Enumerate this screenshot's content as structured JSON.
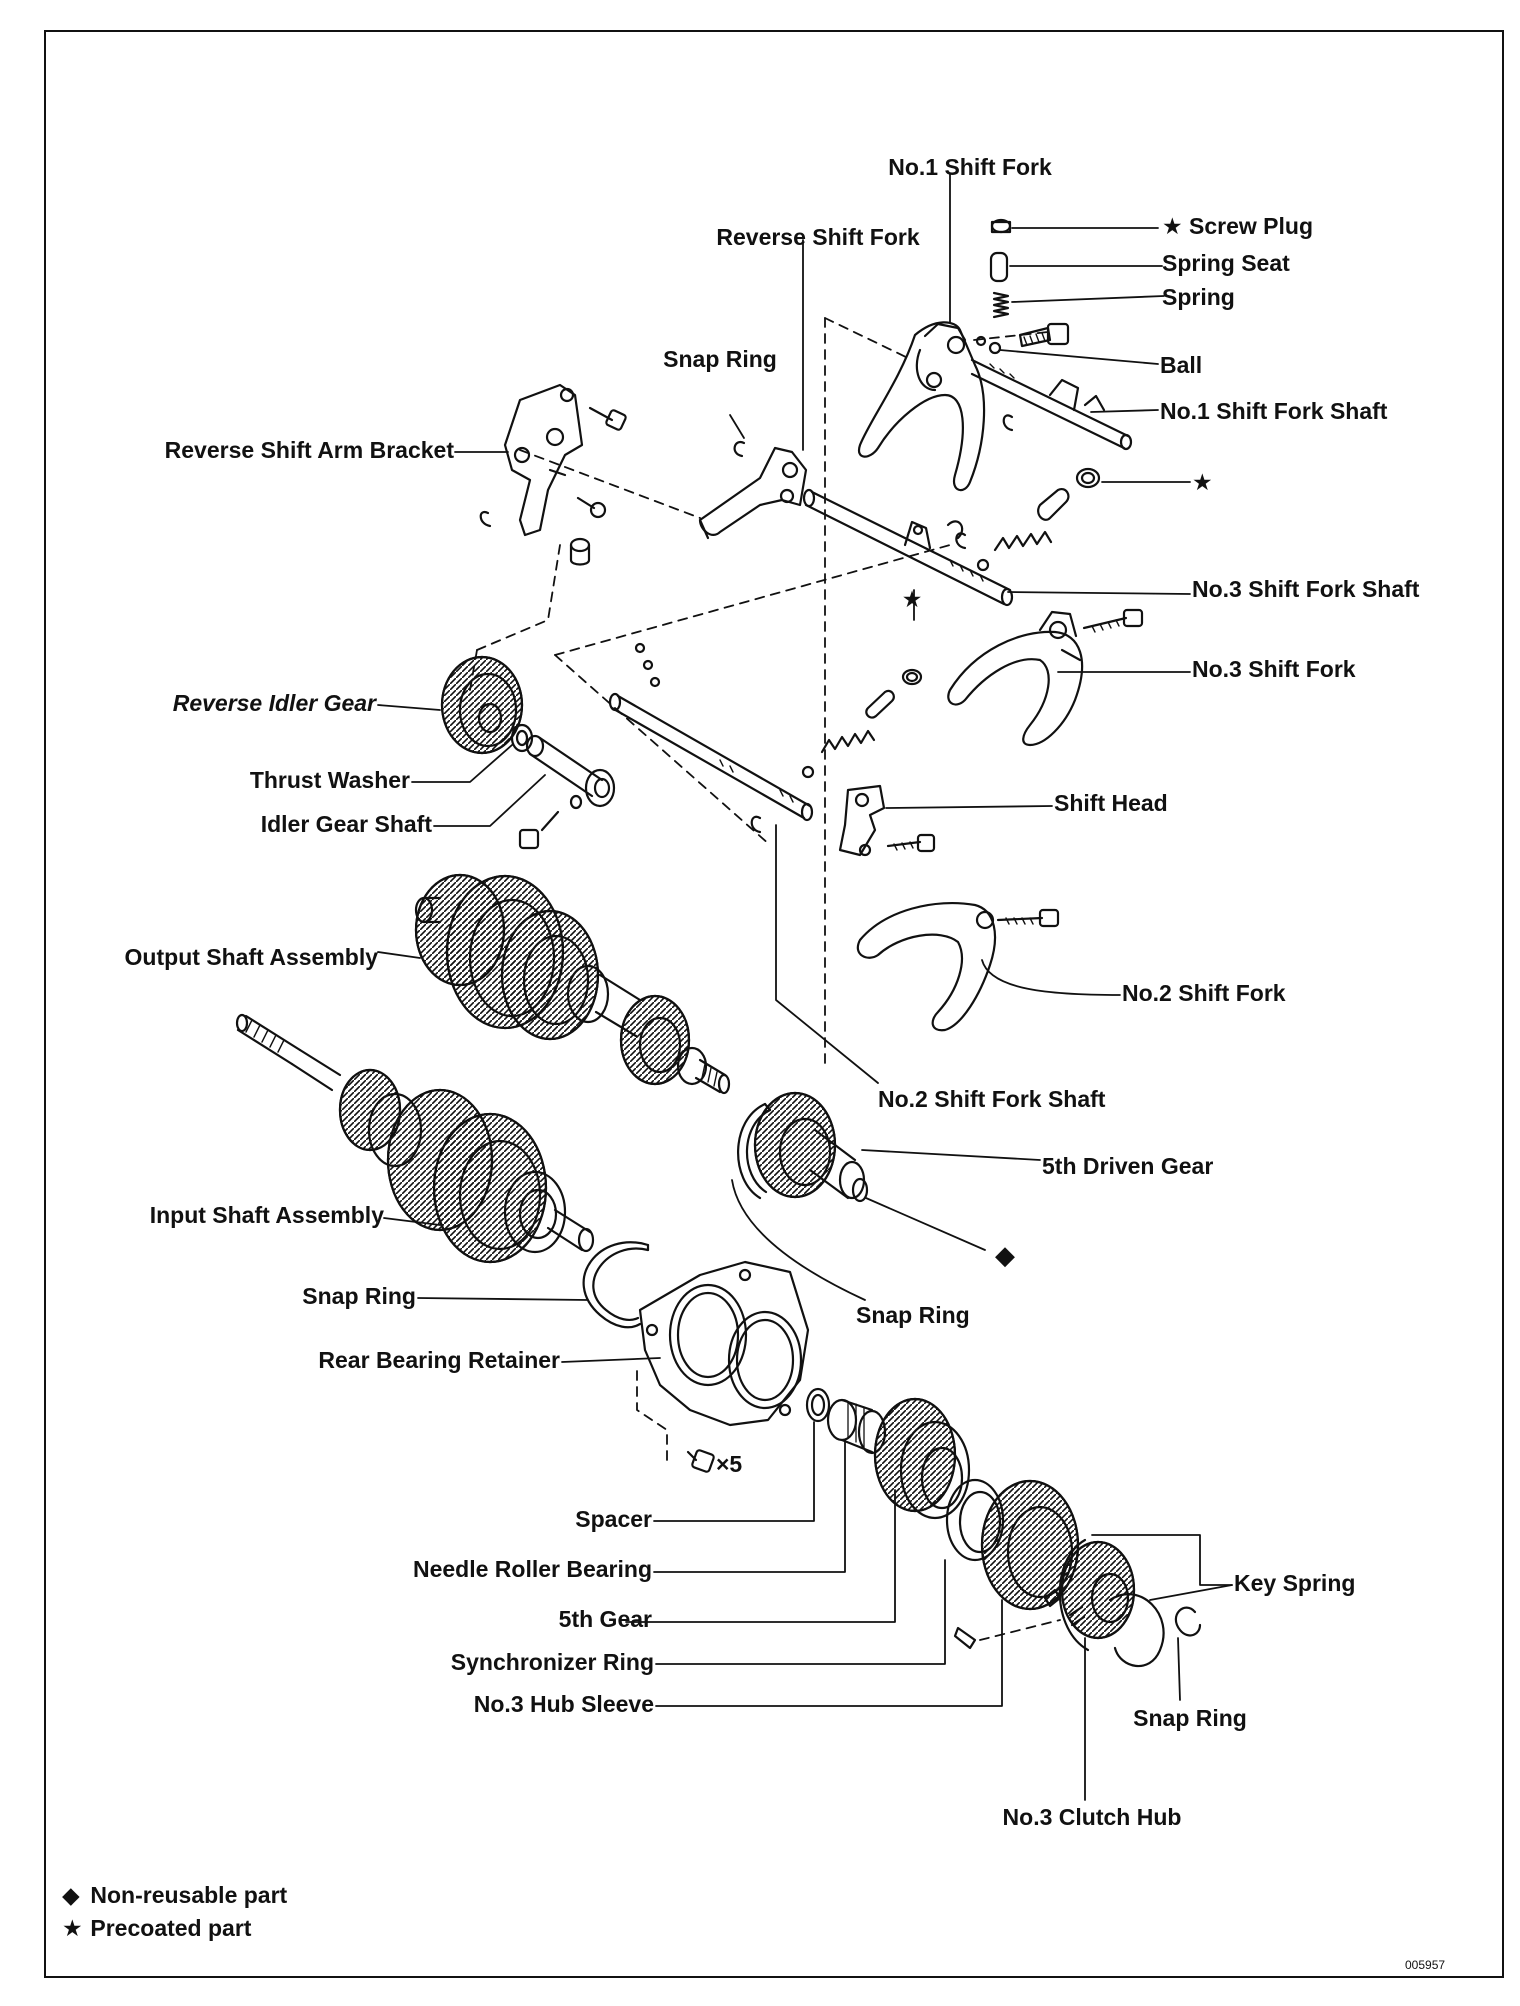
{
  "labels": {
    "no1_shift_fork": "No.1 Shift Fork",
    "screw_plug": "Screw Plug",
    "spring_seat": "Spring Seat",
    "spring": "Spring",
    "ball": "Ball",
    "no1_shift_fork_shaft": "No.1 Shift Fork Shaft",
    "reverse_shift_fork": "Reverse Shift Fork",
    "snap_ring_top": "Snap Ring",
    "reverse_shift_arm_bracket": "Reverse Shift Arm Bracket",
    "no3_shift_fork_shaft": "No.3 Shift Fork Shaft",
    "no3_shift_fork": "No.3 Shift Fork",
    "reverse_idler_gear": "Reverse Idler Gear",
    "thrust_washer": "Thrust Washer",
    "idler_gear_shaft": "Idler Gear Shaft",
    "shift_head": "Shift Head",
    "output_shaft_assembly": "Output Shaft Assembly",
    "no2_shift_fork": "No.2 Shift Fork",
    "no2_shift_fork_shaft": "No.2 Shift Fork Shaft",
    "fifth_driven_gear": "5th Driven Gear",
    "input_shaft_assembly": "Input Shaft Assembly",
    "snap_ring_left": "Snap Ring",
    "snap_ring_mid": "Snap Ring",
    "rear_bearing_retainer": "Rear Bearing Retainer",
    "bolt_count": "×5",
    "spacer": "Spacer",
    "needle_roller_bearing": "Needle Roller Bearing",
    "fifth_gear": "5th Gear",
    "synchronizer_ring": "Synchronizer Ring",
    "no3_hub_sleeve": "No.3 Hub Sleeve",
    "key_spring": "Key Spring",
    "snap_ring_bottom": "Snap Ring",
    "no3_clutch_hub": "No.3 Clutch Hub"
  },
  "symbols": {
    "precoated": "★",
    "non_reusable": "◆"
  },
  "legend": {
    "non_reusable": "Non-reusable part",
    "precoated": "Precoated part"
  },
  "figure_code": "005957"
}
